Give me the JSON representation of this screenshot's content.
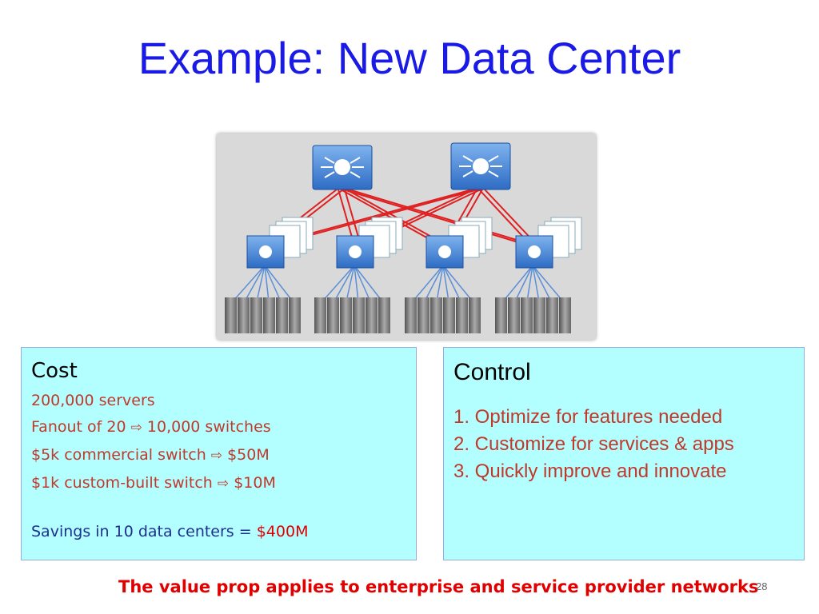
{
  "slide": {
    "title": "Example: New Data Center",
    "page_number": "28",
    "footer": "The value prop applies to enterprise and service provider networks"
  },
  "cost": {
    "heading": "Cost",
    "lines": [
      "200,000 servers",
      "Fanout of 20",
      "10,000 switches",
      "$5k commercial switch",
      "$50M",
      "$1k custom-built switch",
      "$10M"
    ],
    "arrow_glyph": "⇨",
    "savings_label": "Savings in 10 data centers = ",
    "savings_value": "$400M"
  },
  "control": {
    "heading": "Control",
    "items": [
      "1.  Optimize for features needed",
      "2.  Customize for services & apps",
      "3.  Quickly improve and innovate"
    ]
  },
  "colors": {
    "title": "#1a1ae6",
    "box_bg": "#b3ffff",
    "text_red": "#c0392b",
    "link_red": "#e00000",
    "switch_blue": "#3a7fd0"
  }
}
